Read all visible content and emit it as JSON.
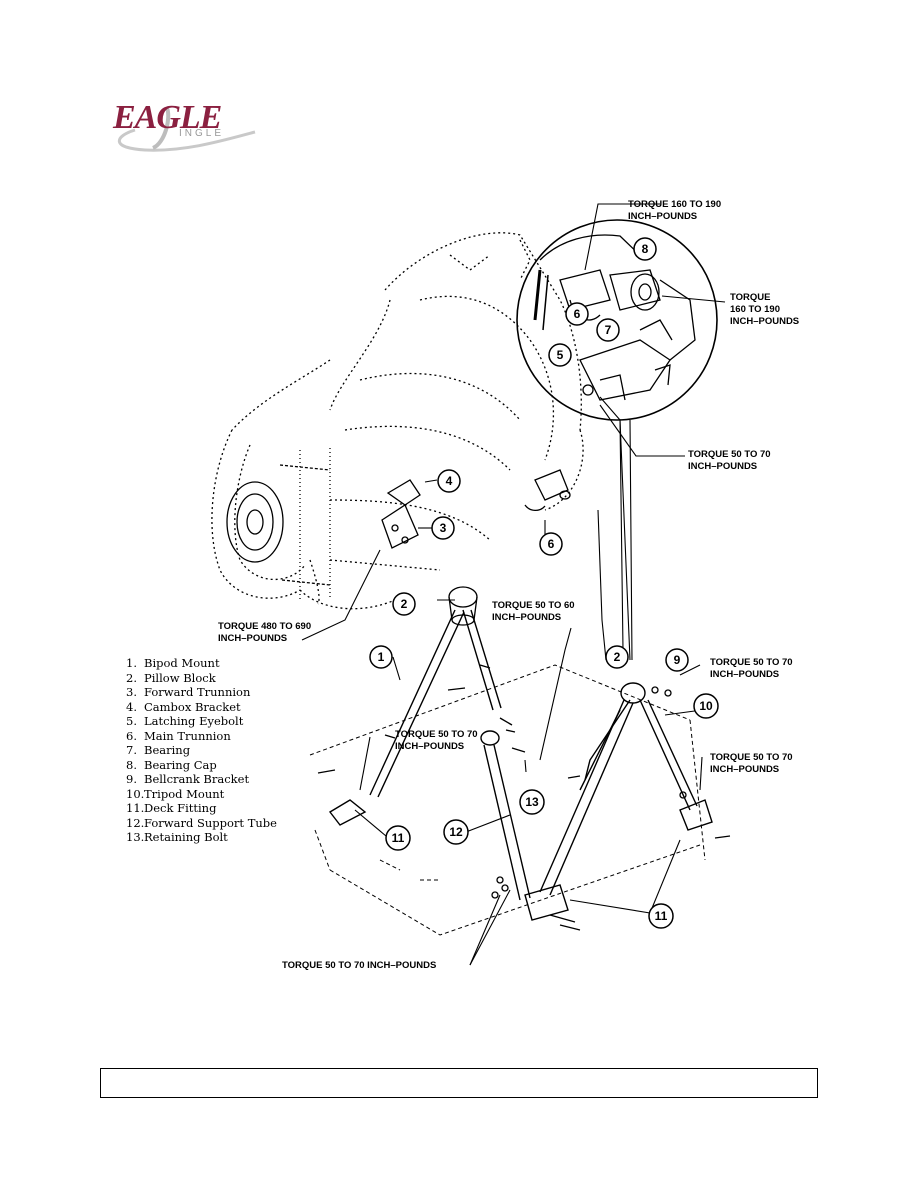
{
  "logo": {
    "brand": "EAGLE",
    "sub": "INGLE"
  },
  "callouts": {
    "t1": [
      "TORQUE 160 TO 190",
      "INCH–POUNDS"
    ],
    "t2": [
      "TORQUE",
      "160 TO 190",
      "INCH–POUNDS"
    ],
    "t3": [
      "TORQUE 50 TO 70",
      "INCH–POUNDS"
    ],
    "t4": [
      "TORQUE 480 TO 690",
      "INCH–POUNDS"
    ],
    "t5": [
      "TORQUE 50 TO 60",
      "INCH–POUNDS"
    ],
    "t6": [
      "TORQUE 50 TO 70",
      "INCH–POUNDS"
    ],
    "t7": [
      "TORQUE 50 TO 70",
      "INCH–POUNDS"
    ],
    "t8": [
      "TORQUE 50 TO 70",
      "INCH–POUNDS"
    ],
    "t9": "TORQUE 50 TO 70 INCH–POUNDS"
  },
  "legend": [
    {
      "n": "1.",
      "label": "Bipod Mount"
    },
    {
      "n": "2.",
      "label": "Pillow Block"
    },
    {
      "n": "3.",
      "label": "Forward Trunnion"
    },
    {
      "n": "4.",
      "label": "Cambox Bracket"
    },
    {
      "n": "5.",
      "label": "Latching Eyebolt"
    },
    {
      "n": "6.",
      "label": "Main Trunnion"
    },
    {
      "n": "7.",
      "label": "Bearing"
    },
    {
      "n": "8.",
      "label": "Bearing Cap"
    },
    {
      "n": "9.",
      "label": "Bellcrank Bracket"
    },
    {
      "n": "10.",
      "label": "Tripod Mount"
    },
    {
      "n": "11.",
      "label": "Deck Fitting"
    },
    {
      "n": "12.",
      "label": "Forward Support Tube"
    },
    {
      "n": "13.",
      "label": "Retaining Bolt"
    }
  ],
  "numbers": {
    "n1": "1",
    "n2a": "2",
    "n2b": "2",
    "n3": "3",
    "n4": "4",
    "n5": "5",
    "n6a": "6",
    "n6b": "6",
    "n7": "7",
    "n8": "8",
    "n9": "9",
    "n10": "10",
    "n11a": "11",
    "n11b": "11",
    "n12": "12",
    "n13": "13"
  },
  "footer": {
    "text": ""
  }
}
